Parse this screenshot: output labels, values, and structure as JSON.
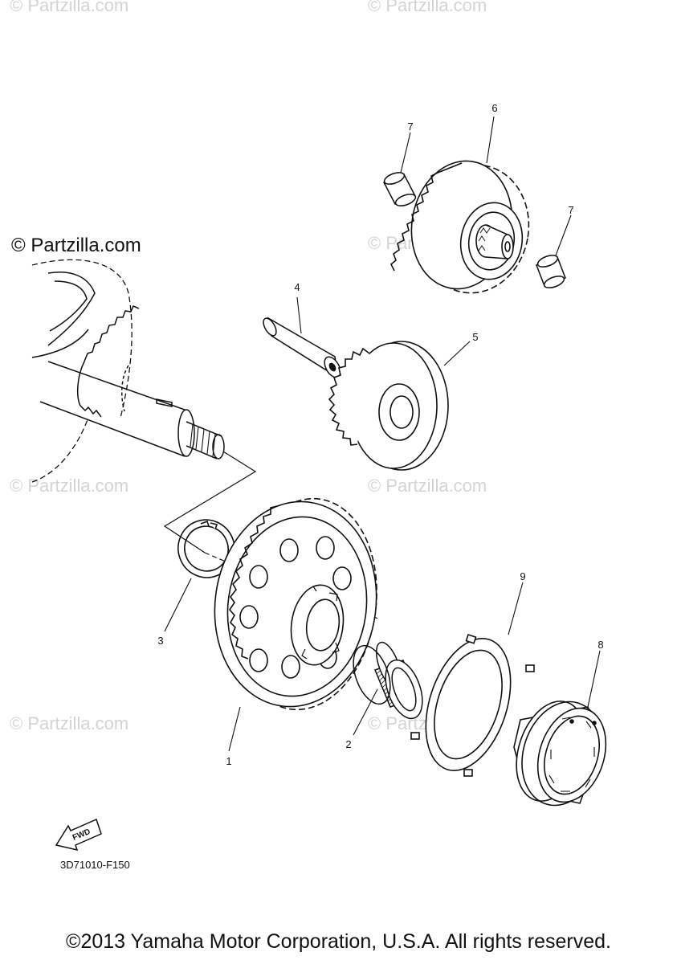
{
  "watermark": "© Partzilla.com",
  "brand_label": "© Partzilla.com",
  "diagram_code": "3D71010-F150",
  "fwd_label": "FWD",
  "copyright": "©2013 Yamaha Motor Corporation, U.S.A. All rights reserved.",
  "callouts": {
    "c1": "1",
    "c2": "2",
    "c3": "3",
    "c4": "4",
    "c5": "5",
    "c6": "6",
    "c7a": "7",
    "c7b": "7",
    "c8": "8",
    "c9": "9"
  }
}
